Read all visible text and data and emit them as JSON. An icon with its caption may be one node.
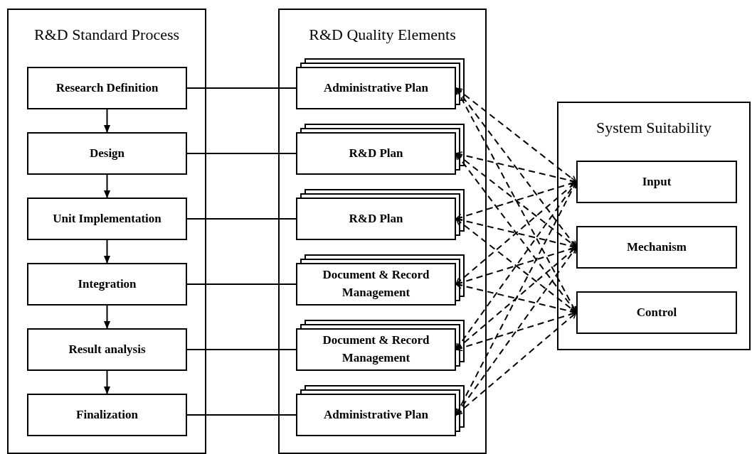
{
  "diagram": {
    "nodes": [
      {
        "text": [
          "R&D Standard Process"
        ]
      },
      {
        "text": [
          "Research Definition"
        ],
        "in": 0
      },
      {
        "text": [
          "Design"
        ],
        "in": 0
      },
      {
        "text": [
          "Unit Implementation"
        ],
        "in": 0
      },
      {
        "text": [
          "Integration"
        ],
        "in": 0
      },
      {
        "text": [
          "Result analysis"
        ],
        "in": 0
      },
      {
        "text": [
          "Finalization"
        ],
        "in": 0
      },
      {
        "text": [
          "R&D Quality Elements"
        ]
      },
      {
        "text": [
          "Administrative  Plan"
        ],
        "in": 7
      },
      {
        "text": [
          "R&D Plan"
        ],
        "in": 7
      },
      {
        "text": [
          "R&D Plan"
        ],
        "in": 7
      },
      {
        "text": [
          "Document & Record Management"
        ],
        "in": 7
      },
      {
        "text": [
          "Document & Record Management"
        ],
        "in": 7
      },
      {
        "text": [
          "Administrative  Plan"
        ],
        "in": 7
      },
      {
        "text": [
          "System Suitability"
        ]
      },
      {
        "text": [
          "Input"
        ],
        "in": 14
      },
      {
        "text": [
          "Mechanism"
        ],
        "in": 14
      },
      {
        "text": [
          "Control"
        ],
        "in": 14
      }
    ],
    "edges": [
      {
        "from": 1,
        "to": 2,
        "arrow": "to"
      },
      {
        "from": 2,
        "to": 3,
        "arrow": "to"
      },
      {
        "from": 3,
        "to": 4,
        "arrow": "to"
      },
      {
        "from": 4,
        "to": 5,
        "arrow": "to"
      },
      {
        "from": 5,
        "to": 6,
        "arrow": "to"
      },
      {
        "from": 1,
        "to": 8,
        "arrow": "none"
      },
      {
        "from": 2,
        "to": 9,
        "arrow": "none"
      },
      {
        "from": 3,
        "to": 10,
        "arrow": "none"
      },
      {
        "from": 4,
        "to": 11,
        "arrow": "none"
      },
      {
        "from": 5,
        "to": 12,
        "arrow": "none"
      },
      {
        "from": 6,
        "to": 13,
        "arrow": "none"
      },
      {
        "from": 8,
        "to": 15,
        "arrow": "both",
        "style": "dashed"
      },
      {
        "from": 8,
        "to": 16,
        "arrow": "both",
        "style": "dashed"
      },
      {
        "from": 8,
        "to": 17,
        "arrow": "both",
        "style": "dashed"
      },
      {
        "from": 9,
        "to": 15,
        "arrow": "both",
        "style": "dashed"
      },
      {
        "from": 9,
        "to": 16,
        "arrow": "both",
        "style": "dashed"
      },
      {
        "from": 9,
        "to": 17,
        "arrow": "both",
        "style": "dashed"
      },
      {
        "from": 10,
        "to": 15,
        "arrow": "both",
        "style": "dashed"
      },
      {
        "from": 10,
        "to": 16,
        "arrow": "both",
        "style": "dashed"
      },
      {
        "from": 10,
        "to": 17,
        "arrow": "both",
        "style": "dashed"
      },
      {
        "from": 11,
        "to": 15,
        "arrow": "both",
        "style": "dashed"
      },
      {
        "from": 11,
        "to": 16,
        "arrow": "both",
        "style": "dashed"
      },
      {
        "from": 11,
        "to": 17,
        "arrow": "both",
        "style": "dashed"
      },
      {
        "from": 12,
        "to": 15,
        "arrow": "both",
        "style": "dashed"
      },
      {
        "from": 12,
        "to": 16,
        "arrow": "both",
        "style": "dashed"
      },
      {
        "from": 12,
        "to": 17,
        "arrow": "both",
        "style": "dashed"
      },
      {
        "from": 13,
        "to": 15,
        "arrow": "both",
        "style": "dashed"
      },
      {
        "from": 13,
        "to": 16,
        "arrow": "both",
        "style": "dashed"
      },
      {
        "from": 13,
        "to": 17,
        "arrow": "both",
        "style": "dashed"
      }
    ]
  }
}
